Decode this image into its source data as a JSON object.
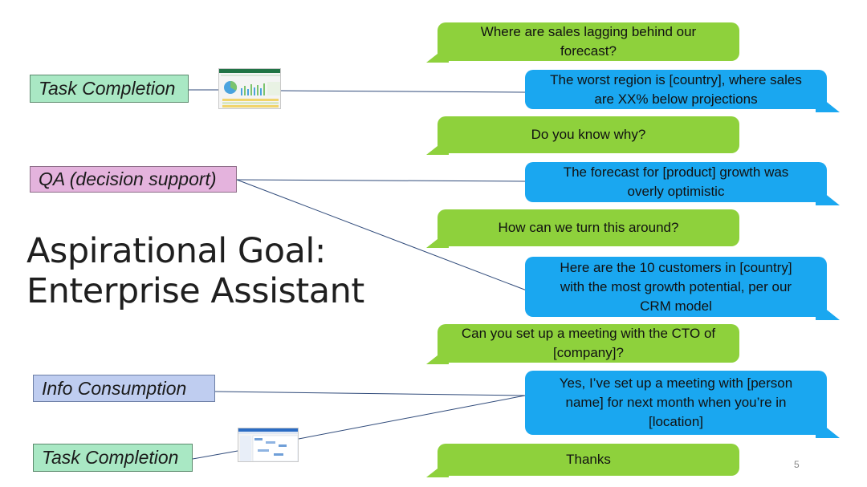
{
  "headline": {
    "line1": "Aspirational Goal:",
    "line2": "Enterprise Assistant"
  },
  "tags": {
    "task_completion_top": "Task Completion",
    "qa": "QA (decision support)",
    "info_consumption": "Info Consumption",
    "task_completion_bottom": "Task Completion"
  },
  "conversation": [
    {
      "speaker": "user",
      "text": "Where are sales lagging behind our\nforecast?"
    },
    {
      "speaker": "agent",
      "text": "The worst region is [country], where sales\nare XX% below projections"
    },
    {
      "speaker": "user",
      "text": "Do you know why?"
    },
    {
      "speaker": "agent",
      "text": "The forecast for [product] growth was\noverly optimistic"
    },
    {
      "speaker": "user",
      "text": "How can we turn this around?"
    },
    {
      "speaker": "agent",
      "text": "Here are the 10 customers in [country]\nwith the most growth potential, per our\nCRM model"
    },
    {
      "speaker": "user",
      "text": "Can you set up a meeting with the CTO of\n[company]?"
    },
    {
      "speaker": "agent",
      "text": "Yes, I’ve set up a meeting with [person\nname] for next month when you’re in\n[location]"
    },
    {
      "speaker": "user",
      "text": "Thanks"
    }
  ],
  "thumbnails": {
    "top": "spreadsheet-dashboard-thumbnail",
    "bottom": "calendar-app-thumbnail"
  },
  "page_number": "5",
  "colors": {
    "user_bubble": "#8ed13c",
    "agent_bubble": "#1aa7f0",
    "tag_task": "#a9e8c4",
    "tag_qa": "#e4b3dd",
    "tag_info": "#bfcdf0",
    "connector": "#2f4a7a"
  }
}
